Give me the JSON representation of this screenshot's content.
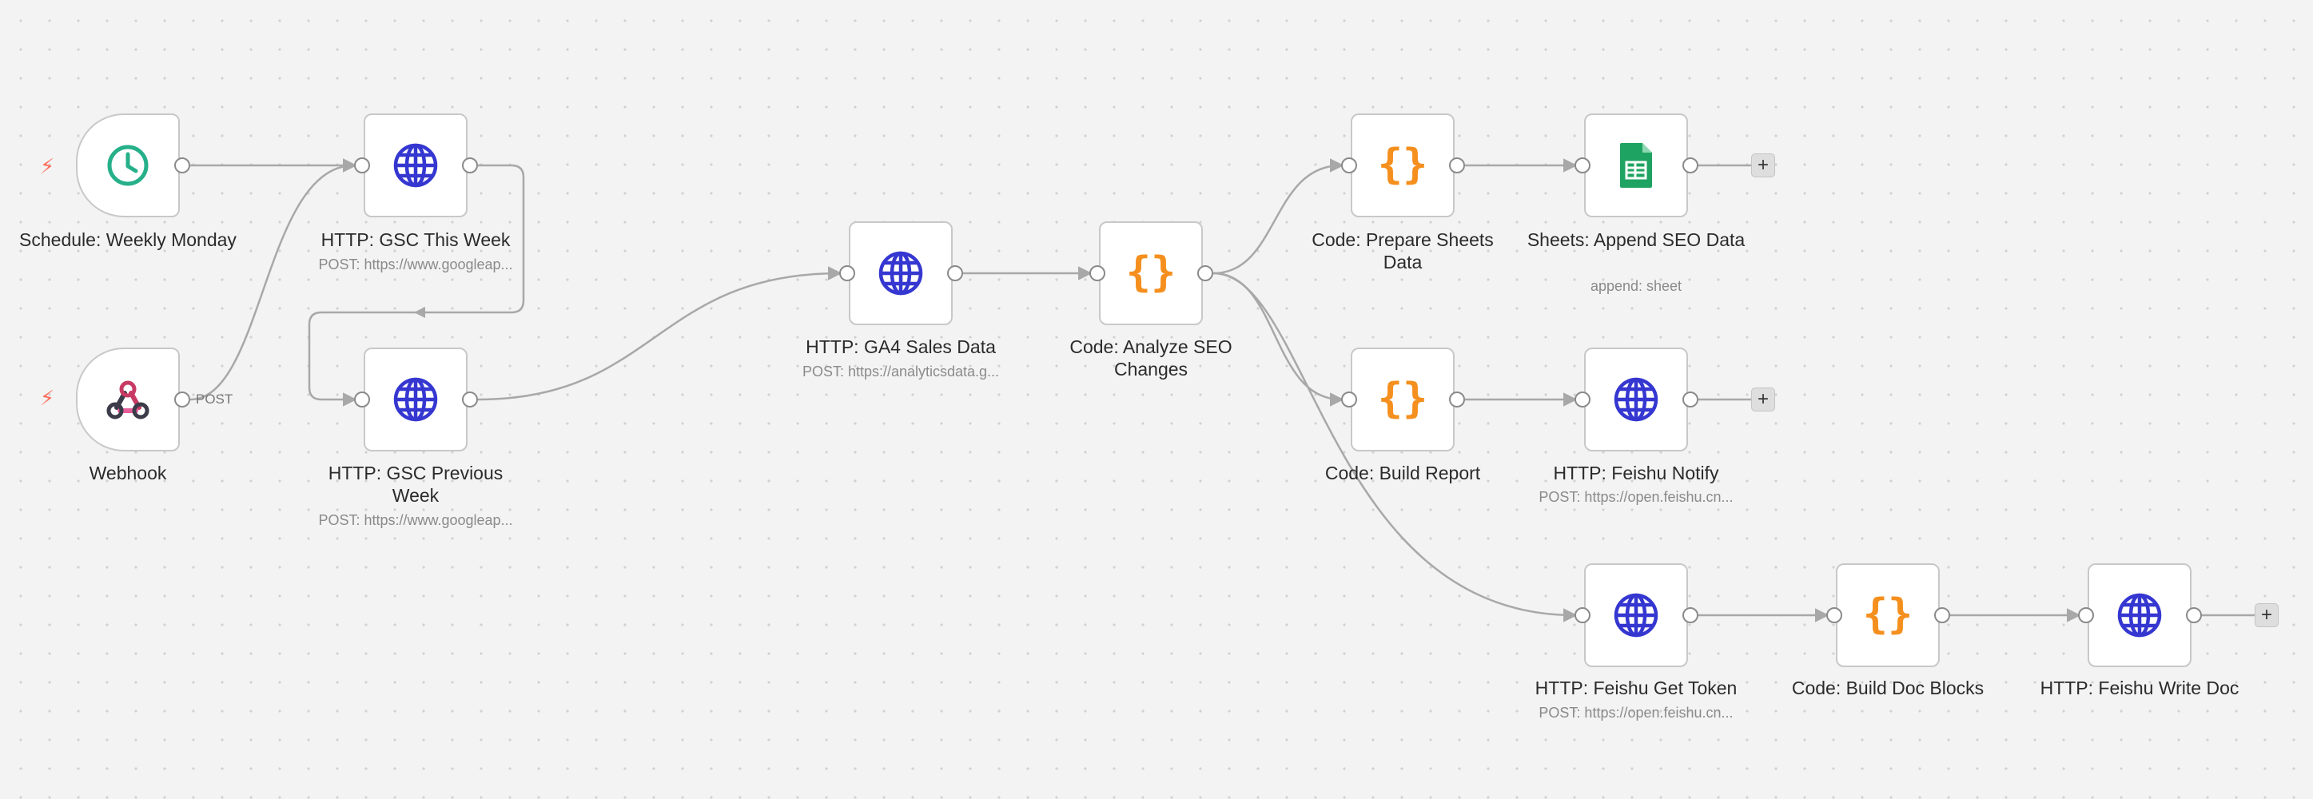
{
  "nodes": [
    {
      "id": "schedule",
      "label": "Schedule: Weekly Monday",
      "subtitle": "",
      "icon": "clock-icon"
    },
    {
      "id": "webhook",
      "label": "Webhook",
      "subtitle": "",
      "icon": "webhook-icon"
    },
    {
      "id": "gsc-this",
      "label": "HTTP: GSC This Week",
      "subtitle": "POST: https://www.googleap...",
      "icon": "globe-icon"
    },
    {
      "id": "gsc-prev",
      "label": "HTTP: GSC Previous Week",
      "subtitle": "POST: https://www.googleap...",
      "icon": "globe-icon"
    },
    {
      "id": "ga4",
      "label": "HTTP: GA4 Sales Data",
      "subtitle": "POST: https://analyticsdata.g...",
      "icon": "globe-icon"
    },
    {
      "id": "analyze",
      "label": "Code: Analyze SEO Changes",
      "subtitle": "",
      "icon": "code-braces-icon"
    },
    {
      "id": "prep-sheets",
      "label": "Code: Prepare Sheets Data",
      "subtitle": "",
      "icon": "code-braces-icon"
    },
    {
      "id": "sheets",
      "label": "Sheets: Append SEO Data",
      "subtitle": "append: sheet",
      "icon": "google-sheets-icon"
    },
    {
      "id": "build-report",
      "label": "Code: Build Report",
      "subtitle": "",
      "icon": "code-braces-icon"
    },
    {
      "id": "feishu-notify",
      "label": "HTTP: Feishu Notify",
      "subtitle": "POST: https://open.feishu.cn...",
      "icon": "globe-icon"
    },
    {
      "id": "feishu-token",
      "label": "HTTP: Feishu Get Token",
      "subtitle": "POST: https://open.feishu.cn...",
      "icon": "globe-icon"
    },
    {
      "id": "doc-blocks",
      "label": "Code: Build Doc Blocks",
      "subtitle": "",
      "icon": "code-braces-icon"
    },
    {
      "id": "feishu-write",
      "label": "HTTP: Feishu Write Doc",
      "subtitle": "",
      "icon": "globe-icon"
    }
  ],
  "edge_labels": {
    "webhook_post": "POST"
  },
  "add_button_label": "+",
  "trigger_icon": "lightning-bolt-icon",
  "trigger_glyph": "⚡",
  "colors": {
    "globe": "#3537d0",
    "code": "#f58f1e",
    "clock": "#26b08a",
    "sheets": "#1ea362",
    "trigger": "#ff6d5a",
    "edge": "#a8a8a8",
    "webhook_red": "#c73a63",
    "webhook_dark": "#3b3b4a",
    "webhook_pink": "#e65d9b"
  }
}
